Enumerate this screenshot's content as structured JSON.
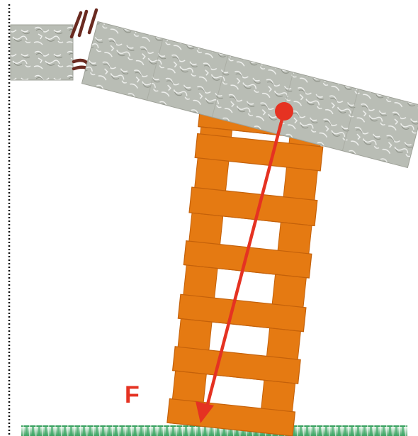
{
  "diagram": {
    "force_label": "F",
    "colors": {
      "support_wood": "#e57a12",
      "support_wood_dark": "#c4610a",
      "force_arrow": "#e53222",
      "stone": "#b9bdb5",
      "stone_pattern": "#ffffff",
      "crack": "#6a2a20",
      "wall_line": "#111111",
      "ground_green": "#2e9a55",
      "ground_light": "#e8f4ea"
    },
    "icons": {
      "pivot": "center-of-mass-dot",
      "force": "force-arrow",
      "crack": "crack-lines"
    }
  }
}
